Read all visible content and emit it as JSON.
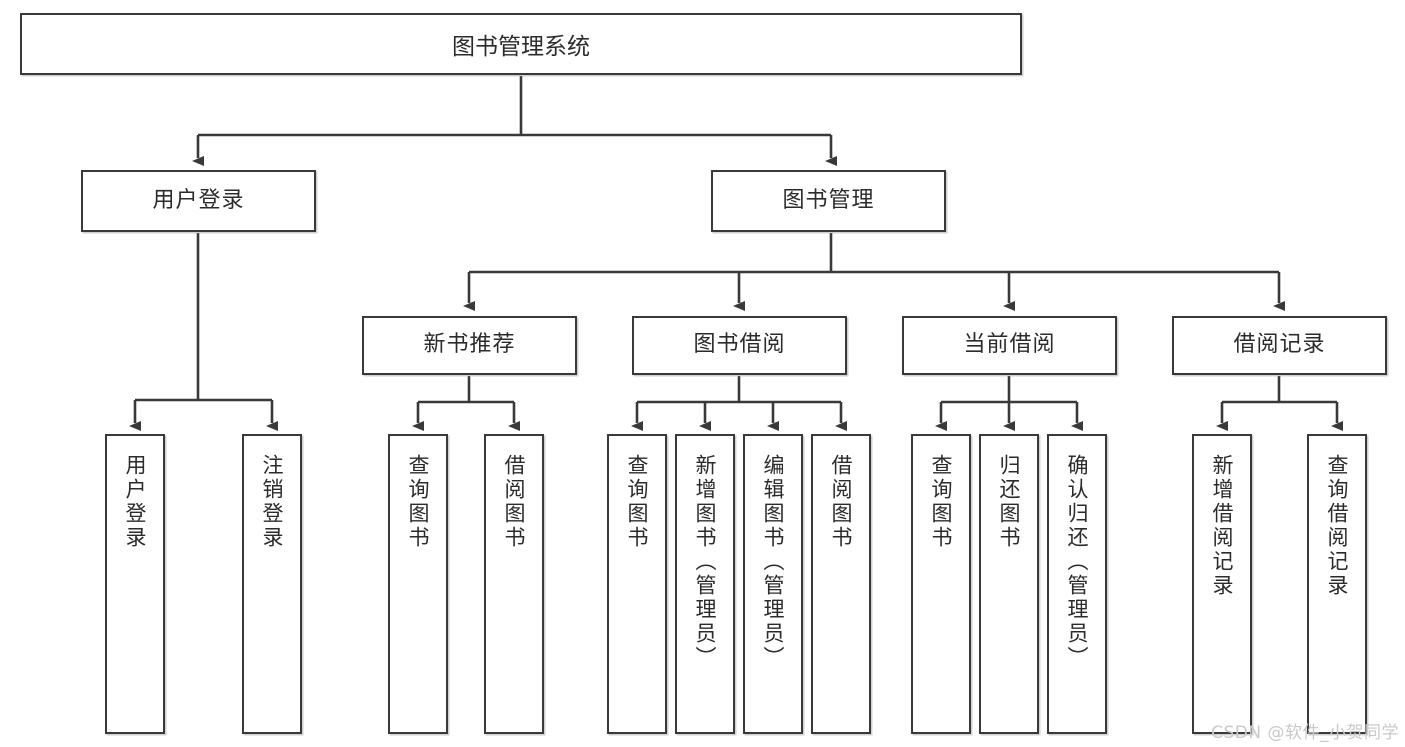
{
  "diagram": {
    "title": "图书管理系统",
    "type": "tree-hierarchy-chart",
    "orientation": "top-down",
    "colors": {
      "border": "#37393b",
      "fill": "#ffffff",
      "text": "#2b2b2b",
      "watermark": "#c9c9c9"
    },
    "root": {
      "label": "图书管理系统"
    },
    "level2": [
      {
        "label": "用户登录"
      },
      {
        "label": "图书管理"
      }
    ],
    "level3": [
      {
        "label": "新书推荐"
      },
      {
        "label": "图书借阅"
      },
      {
        "label": "当前借阅"
      },
      {
        "label": "借阅记录"
      }
    ],
    "leaves": {
      "user_login": [
        {
          "label": "用户登录"
        },
        {
          "label": "注销登录"
        }
      ],
      "new_book_recommend": [
        {
          "label": "查询图书"
        },
        {
          "label": "借阅图书"
        }
      ],
      "book_borrow": [
        {
          "label": "查询图书"
        },
        {
          "label": "新增图书（管理员）"
        },
        {
          "label": "编辑图书（管理员）"
        },
        {
          "label": "借阅图书"
        }
      ],
      "current_borrow": [
        {
          "label": "查询图书"
        },
        {
          "label": "归还图书"
        },
        {
          "label": "确认归还（管理员）"
        }
      ],
      "borrow_record": [
        {
          "label": "新增借阅记录"
        },
        {
          "label": "查询借阅记录"
        }
      ]
    },
    "watermark": "CSDN @软件_小贺同学"
  }
}
